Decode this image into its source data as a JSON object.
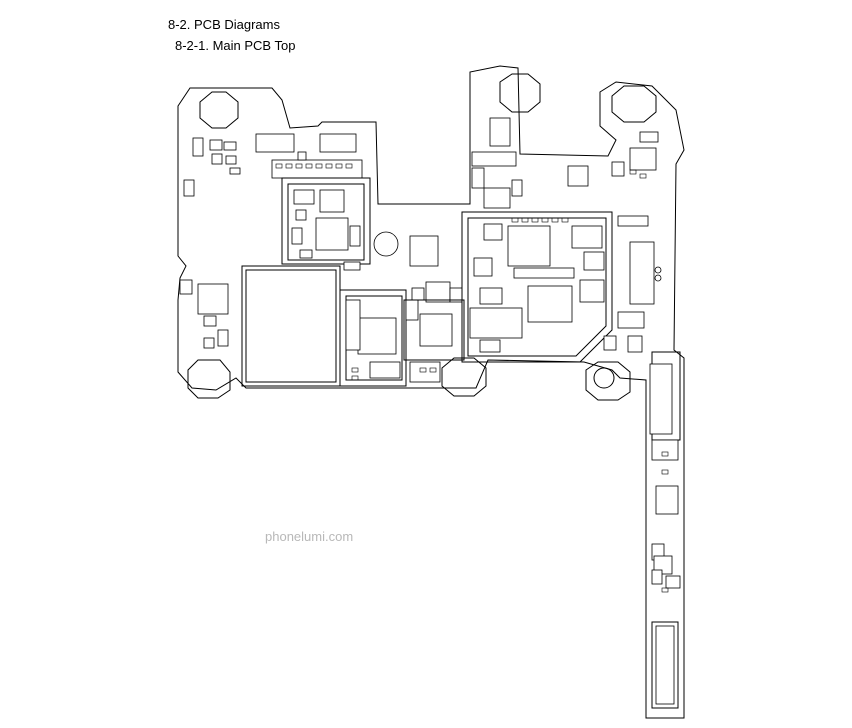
{
  "header": {
    "section_title": "8-2. PCB Diagrams",
    "subsection_title": "8-2-1. Main PCB Top"
  },
  "watermark": "phonelumi.com"
}
